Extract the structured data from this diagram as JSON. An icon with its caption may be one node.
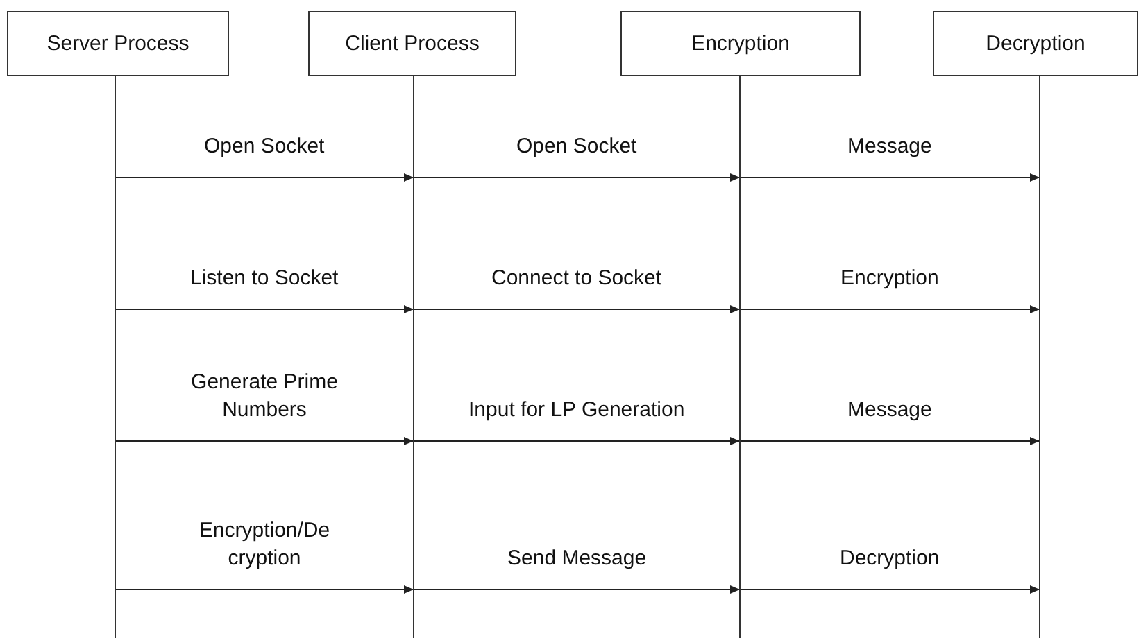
{
  "diagram": {
    "nodes": [
      {
        "text": [
          "Server Process"
        ]
      },
      {
        "text": [
          "Client Process"
        ]
      },
      {
        "text": [
          "Encryption"
        ]
      },
      {
        "text": [
          "Decryption"
        ]
      }
    ],
    "edges": [
      {
        "from": 0,
        "to": 1,
        "arrow": "to",
        "label": "Open Socket"
      },
      {
        "from": 1,
        "to": 2,
        "arrow": "to",
        "label": "Open Socket"
      },
      {
        "from": 2,
        "to": 3,
        "arrow": "to",
        "label": "Message"
      },
      {
        "from": 0,
        "to": 1,
        "arrow": "to",
        "label": "Listen to Socket"
      },
      {
        "from": 1,
        "to": 2,
        "arrow": "to",
        "label": "Connect to Socket"
      },
      {
        "from": 2,
        "to": 3,
        "arrow": "to",
        "label": "Encryption"
      },
      {
        "from": 0,
        "to": 1,
        "arrow": "to",
        "label": "Generate Prime Numbers"
      },
      {
        "from": 1,
        "to": 2,
        "arrow": "to",
        "label": "Input for LP Generation"
      },
      {
        "from": 2,
        "to": 3,
        "arrow": "to",
        "label": "Message"
      },
      {
        "from": 0,
        "to": 1,
        "arrow": "to",
        "label": "Encryption/De cryption"
      },
      {
        "from": 1,
        "to": 2,
        "arrow": "to",
        "label": "Send Message"
      },
      {
        "from": 2,
        "to": 3,
        "arrow": "to",
        "label": "Decryption"
      }
    ]
  }
}
